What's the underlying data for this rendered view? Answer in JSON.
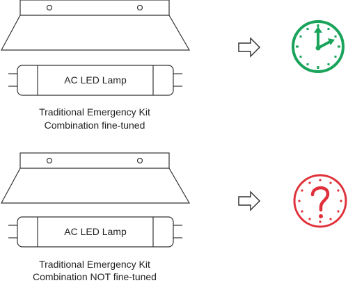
{
  "colors": {
    "line": "#333333",
    "ok": "#1aa35a",
    "alert": "#e0313b"
  },
  "panels": [
    {
      "lamp_label": "AC LED Lamp",
      "caption_line1": "Traditional Emergency Kit",
      "caption_line2": "Combination fine-tuned",
      "status_icon": "clock-icon"
    },
    {
      "lamp_label": "AC LED Lamp",
      "caption_line1": "Traditional Emergency Kit",
      "caption_line2": "Combination NOT fine-tuned",
      "status_icon": "question-clock-icon"
    }
  ]
}
